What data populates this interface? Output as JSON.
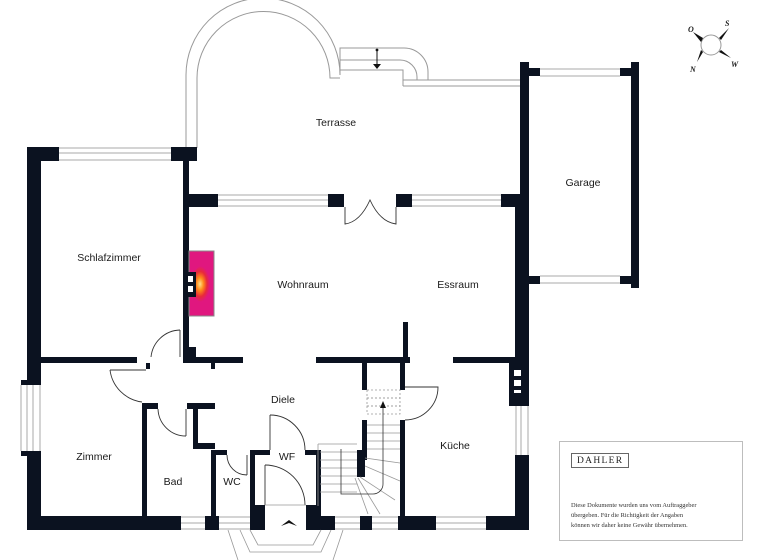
{
  "plan": {
    "colors": {
      "wall": "#0b1220",
      "line": "#999999",
      "fireplace": "#e0177f",
      "fireplace_glow": "#ffb347",
      "background": "#ffffff"
    },
    "rooms": [
      {
        "id": "terrasse",
        "label": "Terrasse"
      },
      {
        "id": "garage",
        "label": "Garage"
      },
      {
        "id": "schlafzimmer",
        "label": "Schlafzimmer"
      },
      {
        "id": "wohnraum",
        "label": "Wohnraum"
      },
      {
        "id": "essraum",
        "label": "Essraum"
      },
      {
        "id": "diele",
        "label": "Diele"
      },
      {
        "id": "zimmer",
        "label": "Zimmer"
      },
      {
        "id": "bad",
        "label": "Bad"
      },
      {
        "id": "wc",
        "label": "WC"
      },
      {
        "id": "wf",
        "label": "WF"
      },
      {
        "id": "kueche",
        "label": "Küche"
      }
    ],
    "compass": {
      "o": "O",
      "s": "S",
      "n": "N",
      "w": "W"
    }
  },
  "disclaimer": {
    "brand": "DAHLER",
    "lines": [
      "Diese Dokumente wurden uns vom Auftraggeber",
      "übergeben. Für die Richtigkeit der Angaben",
      "können wir daher keine Gewähr übernehmen."
    ]
  }
}
